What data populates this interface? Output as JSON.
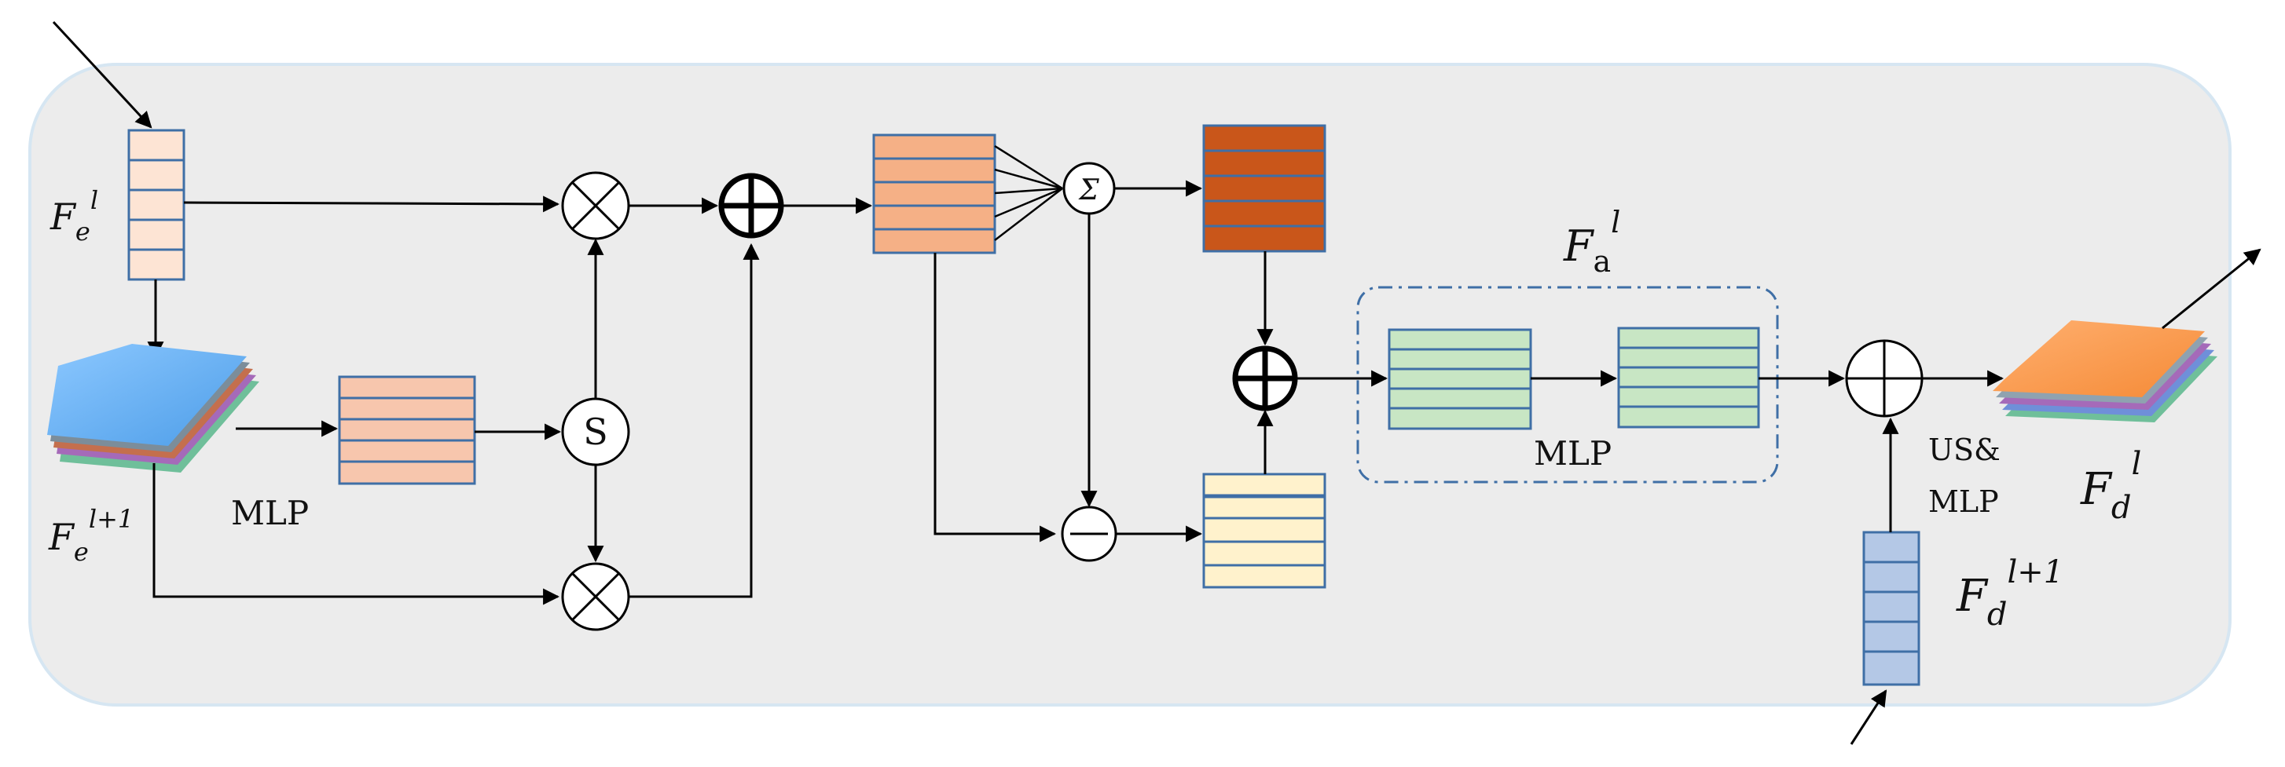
{
  "labels": {
    "fe_l": {
      "base": "F",
      "sub": "e",
      "sup": "l"
    },
    "fe_l1": {
      "base": "F",
      "sub": "e",
      "sup": "l+1"
    },
    "fa_l": {
      "base": "F",
      "sub": "a",
      "sup": "l"
    },
    "fd_l": {
      "base": "F",
      "sub": "d",
      "sup": "l"
    },
    "fd_l1": {
      "base": "F",
      "sub": "d",
      "sup": "l+1"
    },
    "mlp_left": "MLP",
    "mlp_attention": "MLP",
    "us_mlp_line1": "US&",
    "us_mlp_line2": "MLP"
  },
  "operators": {
    "sigmoid": "S",
    "sum": "Σ"
  },
  "colors": {
    "panel": "#ececec",
    "panel_border": "#d6e6f2",
    "encoder_feature": "#fde4d4",
    "mlp_feature": "#f7c6ad",
    "fused_feature": "#f5b086",
    "aggregated_feature": "#c9561a",
    "diff_feature": "#fff2cc",
    "attention_mlp": "#c8e6c4",
    "decoder_feature": "#b4c8e6",
    "cell_border": "#3f6fa6",
    "stack_blue": "#6fb4f5",
    "stack_orange": "#fb9b4f"
  }
}
